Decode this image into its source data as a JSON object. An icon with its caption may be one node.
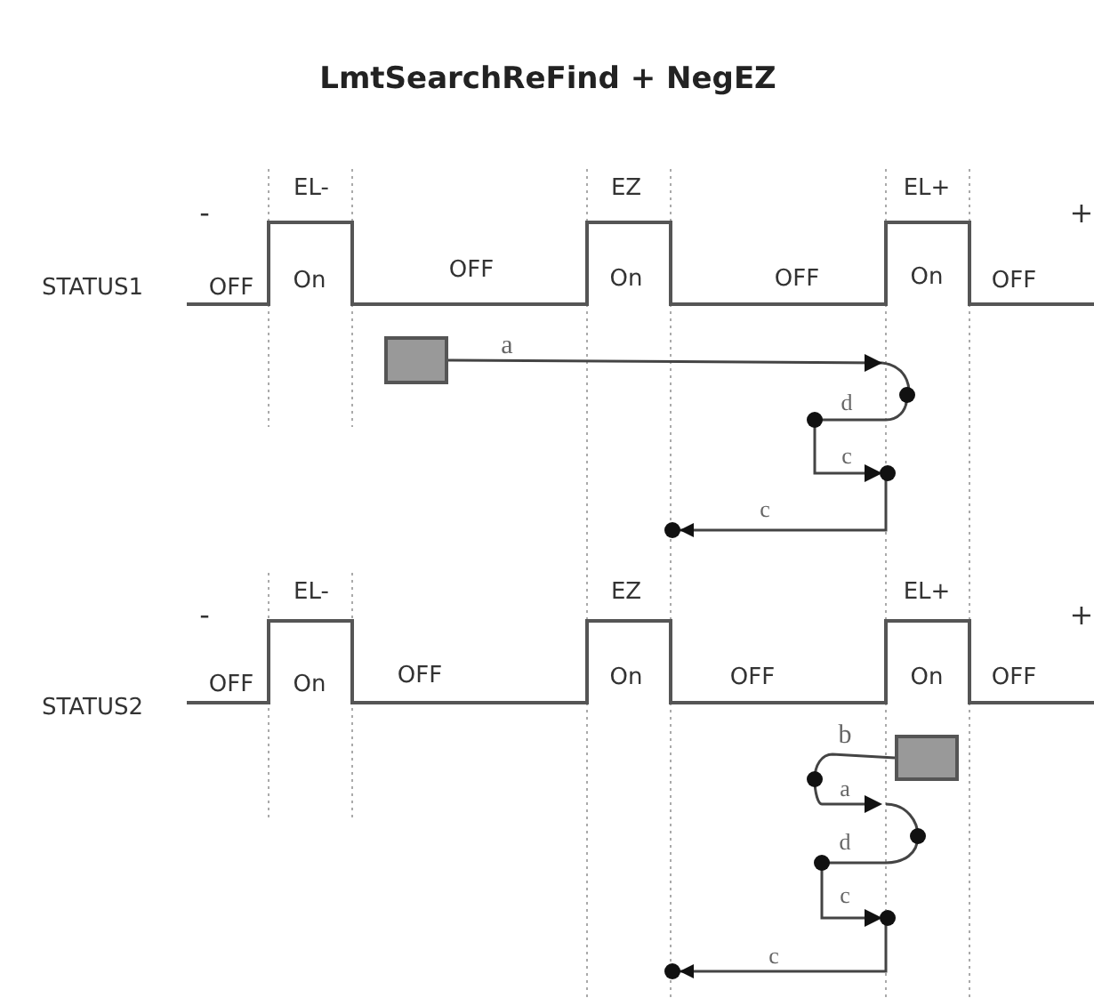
{
  "diagram": {
    "title": "LmtSearchReFind + NegEZ",
    "nodes": [
      {
        "text": [],
        "shape": "box"
      },
      {
        "text": [],
        "shape": "box"
      }
    ],
    "edges": [
      {
        "from": 0,
        "to": null,
        "arrow": "to",
        "label": "a"
      },
      {
        "from": 1,
        "to": null,
        "arrow": "to",
        "label": "b"
      }
    ],
    "labels": [
      "-",
      "EL-",
      "EZ",
      "EL+",
      "+",
      "STATUS1",
      "OFF",
      "On",
      "OFF",
      "On",
      "OFF",
      "On",
      "OFF",
      "d",
      "c",
      "c",
      "-",
      "EL-",
      "EZ",
      "EL+",
      "+",
      "STATUS2",
      "OFF",
      "On",
      "OFF",
      "On",
      "OFF",
      "On",
      "OFF",
      "a",
      "d",
      "c",
      "c"
    ]
  }
}
